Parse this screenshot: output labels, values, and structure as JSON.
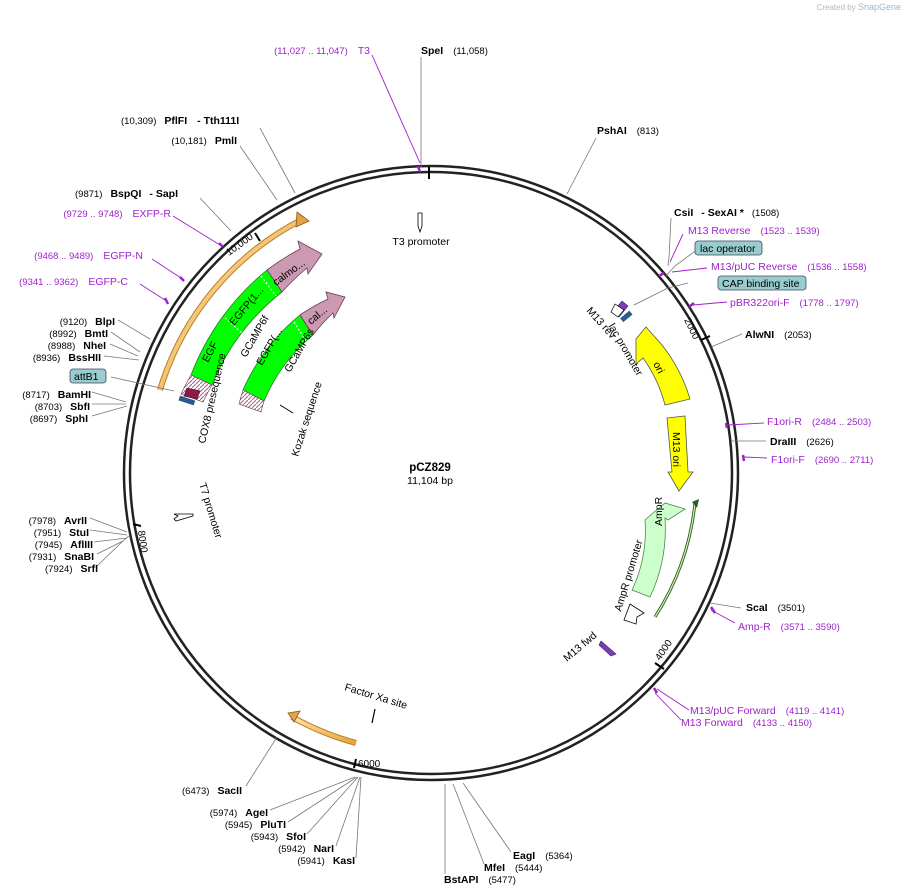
{
  "credit": {
    "prefix": "Created by",
    "brand": "SnapGene"
  },
  "plasmid": {
    "name": "pCZ829",
    "length": "11,104 bp"
  },
  "ticks": [
    "2000",
    "4000",
    "6000",
    "8000",
    "10,000"
  ],
  "enzymes": [
    {
      "name": "SpeI",
      "pos": "(11,058)"
    },
    {
      "name": "PshAI",
      "pos": "(813)"
    },
    {
      "name": "CsiI",
      "pos": ""
    },
    {
      "name": "SexAI *",
      "pos": "(1508)"
    },
    {
      "name": "AlwNI",
      "pos": "(2053)"
    },
    {
      "name": "DraIII",
      "pos": "(2626)"
    },
    {
      "name": "ScaI",
      "pos": "(3501)"
    },
    {
      "name": "EagI",
      "pos": "(5364)"
    },
    {
      "name": "MfeI",
      "pos": "(5444)"
    },
    {
      "name": "BstAPI",
      "pos": "(5477)"
    },
    {
      "name": "KasI",
      "pos": "(5941)"
    },
    {
      "name": "NarI",
      "pos": "(5942)"
    },
    {
      "name": "SfoI",
      "pos": "(5943)"
    },
    {
      "name": "PluTI",
      "pos": "(5945)"
    },
    {
      "name": "AgeI",
      "pos": "(5974)"
    },
    {
      "name": "SacII",
      "pos": "(6473)"
    },
    {
      "name": "SrfI",
      "pos": "(7924)"
    },
    {
      "name": "SnaBI",
      "pos": "(7931)"
    },
    {
      "name": "AflIII",
      "pos": "(7945)"
    },
    {
      "name": "StuI",
      "pos": "(7951)"
    },
    {
      "name": "AvrII",
      "pos": "(7978)"
    },
    {
      "name": "SphI",
      "pos": "(8697)"
    },
    {
      "name": "SbfI",
      "pos": "(8703)"
    },
    {
      "name": "BamHI",
      "pos": "(8717)"
    },
    {
      "name": "BssHII",
      "pos": "(8936)"
    },
    {
      "name": "NheI",
      "pos": "(8988)"
    },
    {
      "name": "BmtI",
      "pos": "(8992)"
    },
    {
      "name": "BlpI",
      "pos": "(9120)"
    },
    {
      "name": "SapI",
      "pos": ""
    },
    {
      "name": "BspQI",
      "pos": "(9871)"
    },
    {
      "name": "PmlI",
      "pos": "(10,181)"
    },
    {
      "name": "Tth111I",
      "pos": ""
    },
    {
      "name": "PflFI",
      "pos": "(10,309)"
    }
  ],
  "primers": [
    {
      "name": "T3",
      "pos": "(11,027 .. 11,047)"
    },
    {
      "name": "M13 Reverse",
      "pos": "(1523 .. 1539)"
    },
    {
      "name": "M13/pUC Reverse",
      "pos": "(1536 .. 1558)"
    },
    {
      "name": "pBR322ori-F",
      "pos": "(1778 .. 1797)"
    },
    {
      "name": "F1ori-R",
      "pos": "(2484 .. 2503)"
    },
    {
      "name": "F1ori-F",
      "pos": "(2690 .. 2711)"
    },
    {
      "name": "Amp-R",
      "pos": "(3571 .. 3590)"
    },
    {
      "name": "M13/pUC Forward",
      "pos": "(4119 .. 4141)"
    },
    {
      "name": "M13 Forward",
      "pos": "(4133 .. 4150)"
    },
    {
      "name": "EXFP-R",
      "pos": "(9729 .. 9748)"
    },
    {
      "name": "EGFP-N",
      "pos": "(9468 .. 9489)"
    },
    {
      "name": "EGFP-C",
      "pos": "(9341 .. 9362)"
    }
  ],
  "boxed_features": [
    "lac operator",
    "CAP binding site",
    "attB1"
  ],
  "features": {
    "t3_promoter": "T3 promoter",
    "m13_rev": "M13 rev",
    "lac_promoter": "lac promoter",
    "ori": "ori",
    "m13_ori": "M13 ori",
    "ampr": "AmpR",
    "ampr_promoter": "AmpR promoter",
    "m13_fwd": "M13 fwd",
    "factor_xa": "Factor Xa site",
    "t7_promoter": "T7 promoter",
    "kozak": "Kozak sequence",
    "cox8": "COX8 presequence",
    "gcamp6f": "GCaMP6f",
    "gcamp6s": "GCaMP6s",
    "egfp_a": "EGF",
    "egfp_b": "EGFP(1...",
    "egfp_c": "EGFP(...",
    "calmo": "calmo...",
    "cal": "cal..."
  },
  "colors": {
    "enzyme_text": "#000000",
    "primer": "#a01fcc",
    "ori": "#ffff00",
    "ampr": "#ccffcc",
    "egfp": "#00ff00",
    "calmodulin": "#cc99b2",
    "boxed": "#99cccc",
    "orange_arc": "#ffcc66"
  }
}
